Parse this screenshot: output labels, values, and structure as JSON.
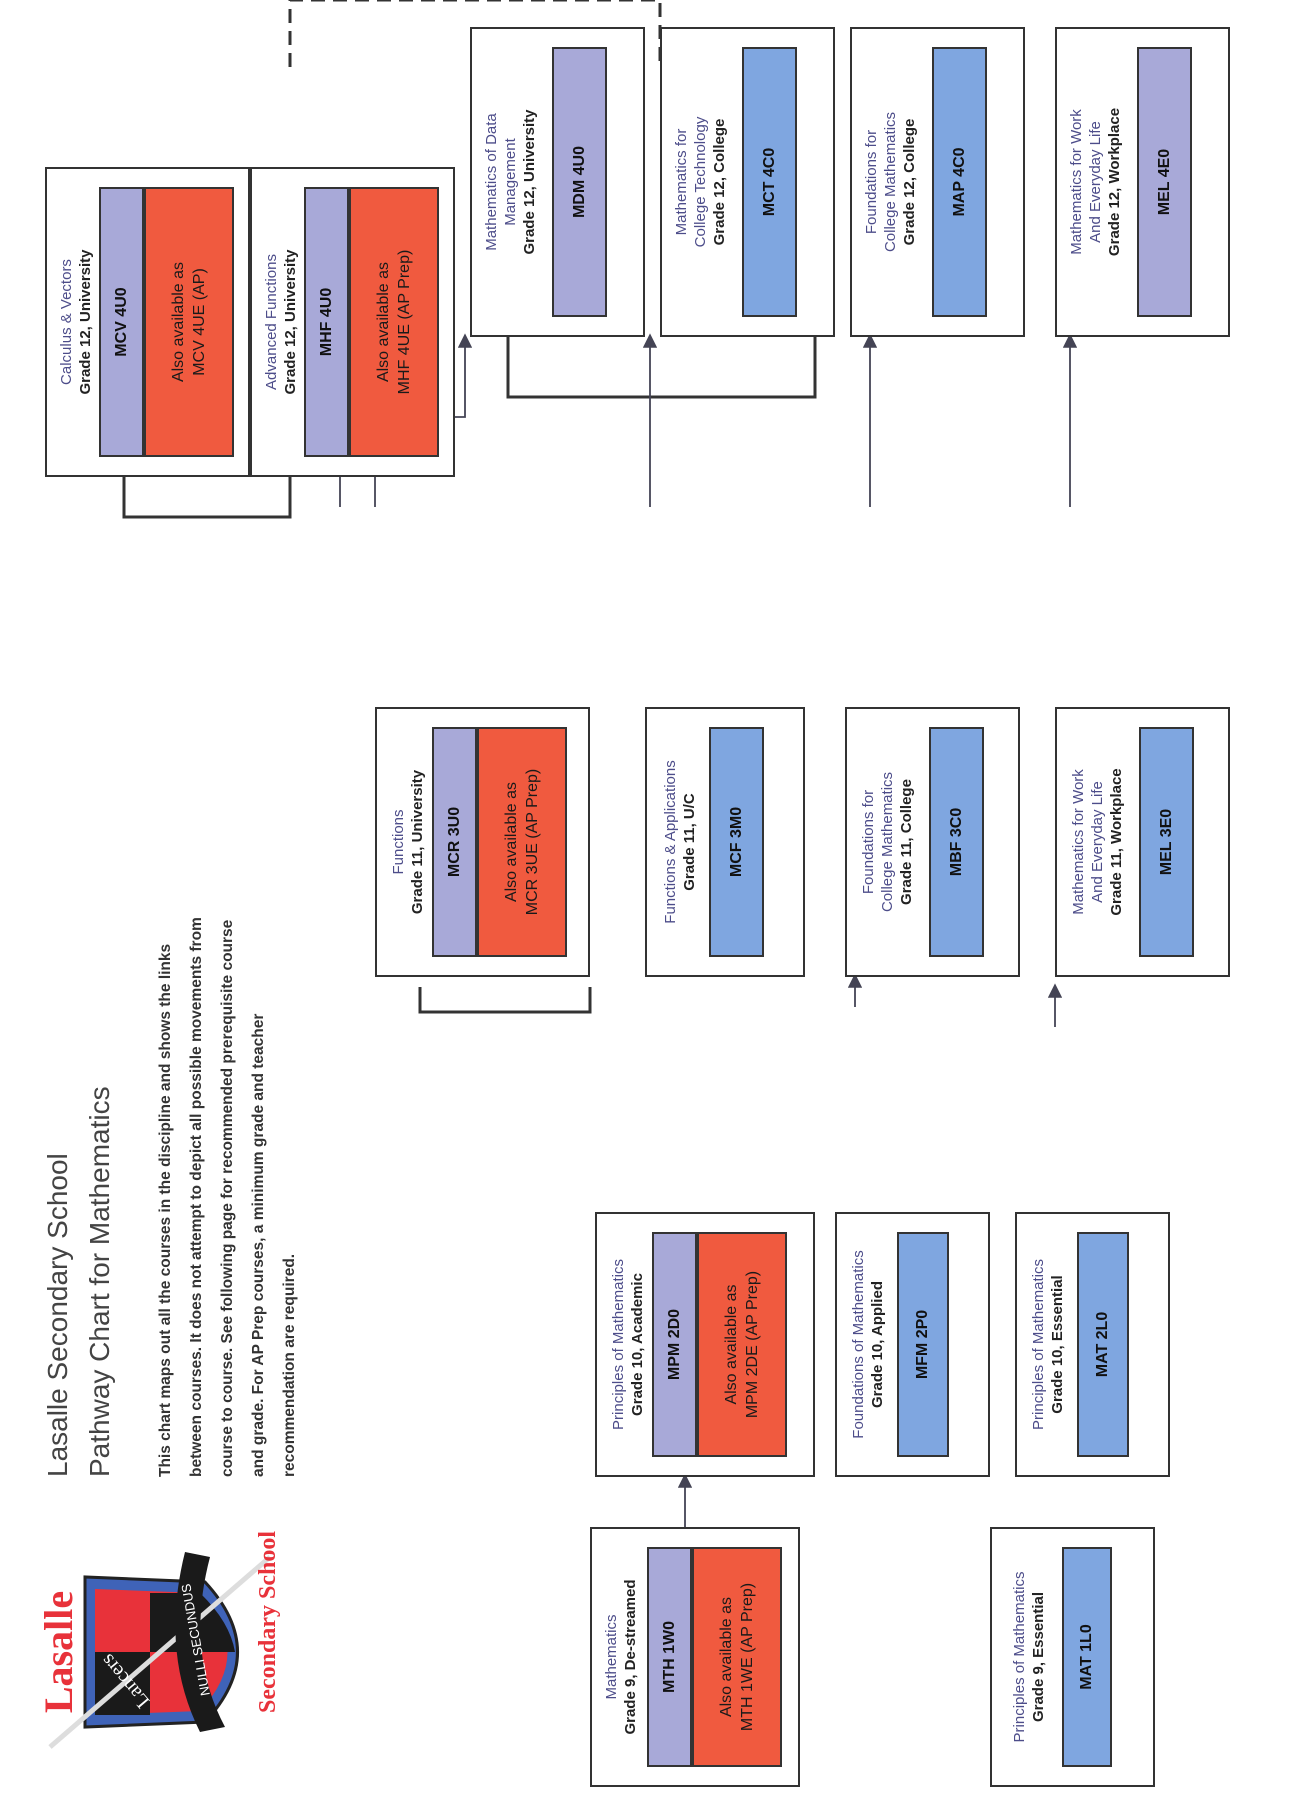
{
  "school": {
    "logo_text_top": "Lasalle",
    "logo_text_bottom": "Secondary School",
    "logo_banner": "NULLI SECUNDUS",
    "logo_shield_text": "Lancers"
  },
  "title": {
    "line1": "Lasalle Secondary School",
    "line2": "Pathway Chart for Mathematics"
  },
  "description": [
    "This chart maps out all the courses in the discipline and shows the links",
    "between courses.  It does not attempt to depict all possible movements from",
    "course to course.  See following page for recommended prerequisite course",
    "and grade.  For AP Prep courses, a minimum grade and teacher",
    "recommendation are required."
  ],
  "courses": {
    "mth1w": {
      "name": "Mathematics",
      "grade": "Grade 9, De-streamed",
      "code": "MTH 1W0",
      "ap": [
        "Also available as",
        "MTH 1WE (AP Prep)"
      ]
    },
    "mat1l": {
      "name": "Principles of Mathematics",
      "grade": "Grade 9, Essential",
      "code": "MAT 1L0"
    },
    "mpm2d": {
      "name": "Principles of Mathematics",
      "grade": "Grade 10, Academic",
      "code": "MPM 2D0",
      "ap": [
        "Also available as",
        "MPM 2DE (AP Prep)"
      ]
    },
    "mfm2p": {
      "name": "Foundations of Mathematics",
      "grade": "Grade 10, Applied",
      "code": "MFM 2P0"
    },
    "mat2l": {
      "name": "Principles of Mathematics",
      "grade": "Grade 10, Essential",
      "code": "MAT 2L0"
    },
    "mcr3u": {
      "name": "Functions",
      "grade": "Grade 11, University",
      "code": "MCR 3U0",
      "ap": [
        "Also  available as",
        "MCR 3UE (AP Prep)"
      ]
    },
    "mcf3m": {
      "name": "Functions & Applications",
      "grade": "Grade 11, U/C",
      "code": "MCF 3M0"
    },
    "mbf3c": {
      "name": [
        "Foundations for",
        "College Mathematics"
      ],
      "grade": "Grade 11, College",
      "code": "MBF 3C0"
    },
    "mel3e": {
      "name": [
        "Mathematics for Work",
        "And Everyday Life"
      ],
      "grade": "Grade 11, Workplace",
      "code": "MEL 3E0"
    },
    "mcv4u": {
      "name": "Calculus & Vectors",
      "grade": "Grade 12, University",
      "code": "MCV 4U0",
      "ap": [
        "Also available as",
        "MCV 4UE (AP)"
      ]
    },
    "mhf4u": {
      "name": "Advanced Functions",
      "grade": "Grade 12, University",
      "code": "MHF 4U0",
      "ap": [
        "Also  available as",
        "MHF 4UE (AP Prep)"
      ]
    },
    "mdm4u": {
      "name": [
        "Mathematics of Data",
        "Management"
      ],
      "grade": "Grade 12, University",
      "code": "MDM 4U0"
    },
    "mct4c": {
      "name": [
        "Mathematics for",
        "College Technology"
      ],
      "grade": "Grade 12, College",
      "code": "MCT 4C0"
    },
    "map4c": {
      "name": [
        "Foundations for",
        "College Mathematics"
      ],
      "grade": "Grade 12, College",
      "code": "MAP 4C0"
    },
    "mel4e": {
      "name": [
        "Mathematics for Work",
        "And Everyday Life"
      ],
      "grade": "Grade 12, Workplace",
      "code": "MEL 4E0"
    }
  },
  "colors": {
    "ap_red": "#f05a3f",
    "code_blue": "#7fa6e0",
    "code_purple": "#a8a9d8",
    "border": "#333333"
  }
}
